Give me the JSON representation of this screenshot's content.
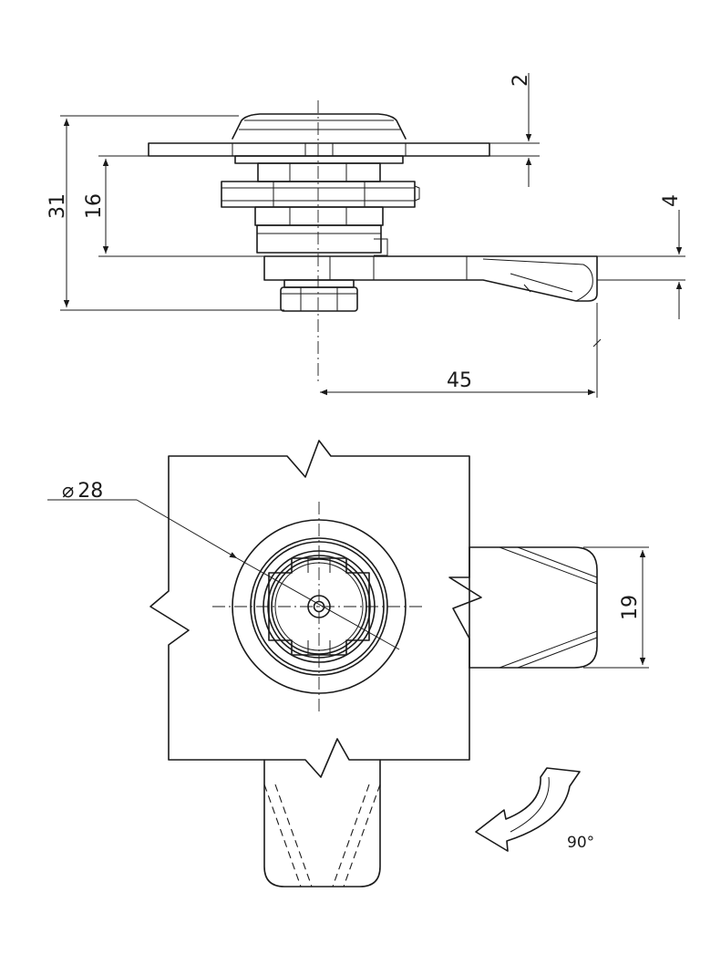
{
  "dimensions": {
    "overall_height": "31",
    "body_height": "16",
    "flange_thickness": "2",
    "cam_thickness": "4",
    "cam_reach": "45",
    "diameter_symbol": "⌀",
    "diameter": "28",
    "cam_width": "19"
  },
  "rotation": {
    "angle": "90°",
    "icon": "curved-rotate-arrow-icon"
  }
}
